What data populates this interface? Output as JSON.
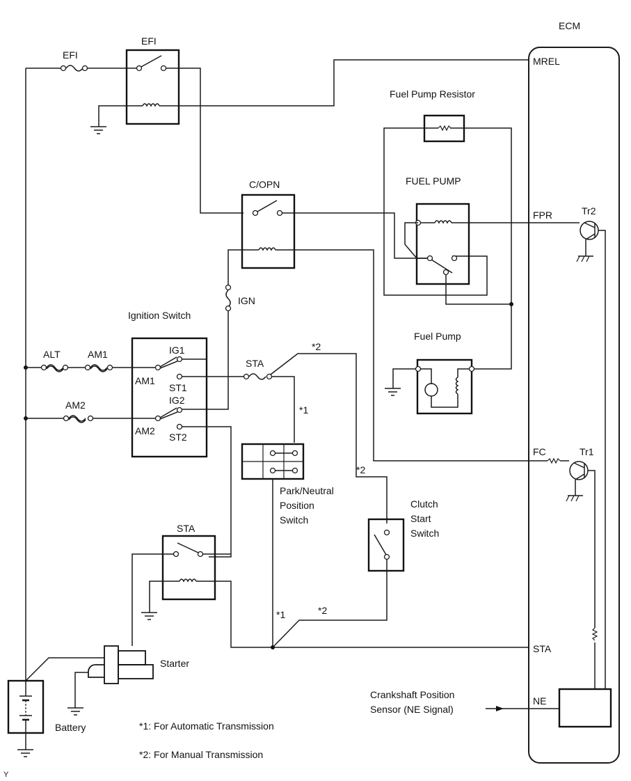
{
  "diagram": {
    "title": "Fuel Pump Control Circuit",
    "ecm": {
      "label": "ECM",
      "terminals": {
        "mrel": "MREL",
        "fpr": "FPR",
        "fc": "FC",
        "sta": "STA",
        "ne": "NE"
      },
      "transistors": {
        "tr1": "Tr1",
        "tr2": "Tr2"
      }
    },
    "components": {
      "efi_fuse": "EFI",
      "efi_relay": "EFI",
      "fuel_pump_resistor": "Fuel Pump Resistor",
      "fuel_pump_relay": "FUEL PUMP",
      "copn_relay": "C/OPN",
      "ign_fuse": "IGN",
      "fuel_pump_motor": "Fuel Pump",
      "ignition_switch": "Ignition Switch",
      "ignition_terminals": {
        "ig1": "IG1",
        "am1": "AM1",
        "st1": "ST1",
        "ig2": "IG2",
        "am2": "AM2",
        "st2": "ST2"
      },
      "alt_fuse": "ALT",
      "am1_fuse": "AM1",
      "am2_fuse": "AM2",
      "sta_fuse": "STA",
      "sta_relay": "STA",
      "pnp_switch_line1": "Park/Neutral",
      "pnp_switch_line2": "Position",
      "pnp_switch_line3": "Switch",
      "clutch_switch_line1": "Clutch",
      "clutch_switch_line2": "Start",
      "clutch_switch_line3": "Switch",
      "starter": "Starter",
      "battery": "Battery",
      "crank_sensor_line1": "Crankshaft Position",
      "crank_sensor_line2": "Sensor (NE Signal)"
    },
    "wire_notes": {
      "n1": "*1",
      "n2": "*2"
    },
    "legend": {
      "note1": "*1: For Automatic Transmission",
      "note2": "*2: For Manual Transmission"
    },
    "corner_mark": "Y"
  }
}
